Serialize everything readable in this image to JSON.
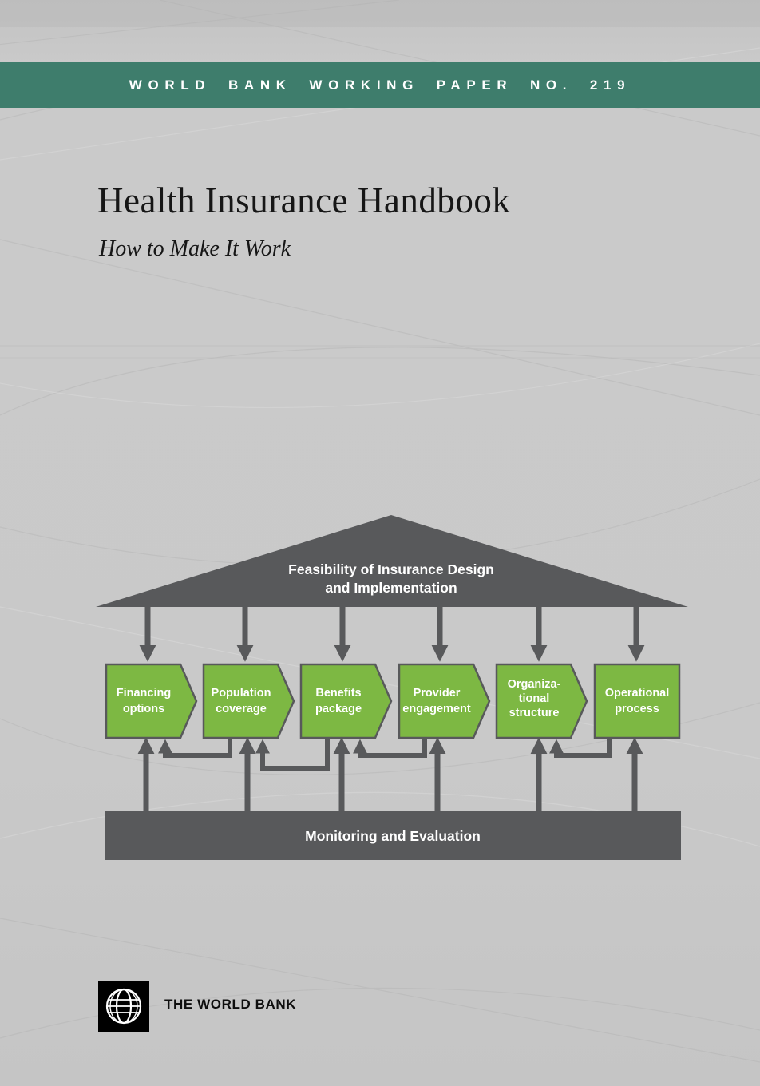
{
  "banner": {
    "text": "WORLD BANK WORKING PAPER NO. 219"
  },
  "cover": {
    "title": "Health Insurance Handbook",
    "subtitle": "How to Make It Work"
  },
  "diagram": {
    "roof": {
      "line1": "Feasibility of Insurance Design",
      "line2": "and Implementation"
    },
    "boxes": [
      {
        "id": "financing-options",
        "lines": [
          "Financing",
          "options"
        ]
      },
      {
        "id": "population-coverage",
        "lines": [
          "Population",
          "coverage"
        ]
      },
      {
        "id": "benefits-package",
        "lines": [
          "Benefits",
          "package"
        ]
      },
      {
        "id": "provider-engagement",
        "lines": [
          "Provider",
          "engagement"
        ]
      },
      {
        "id": "organizational-structure",
        "lines": [
          "Organiza-",
          "tional",
          "structure"
        ]
      },
      {
        "id": "operational-process",
        "lines": [
          "Operational",
          "process"
        ]
      }
    ],
    "bar_label": "Monitoring and Evaluation"
  },
  "footer": {
    "publisher": "THE WORLD BANK",
    "logo_icon": "world-bank-globe-icon"
  },
  "colors": {
    "banner_green": "#3e7d6c",
    "diagram_dark": "#58595b",
    "box_green": "#7db843",
    "background_gray": "#c8c8c8",
    "text_white": "#ffffff"
  }
}
